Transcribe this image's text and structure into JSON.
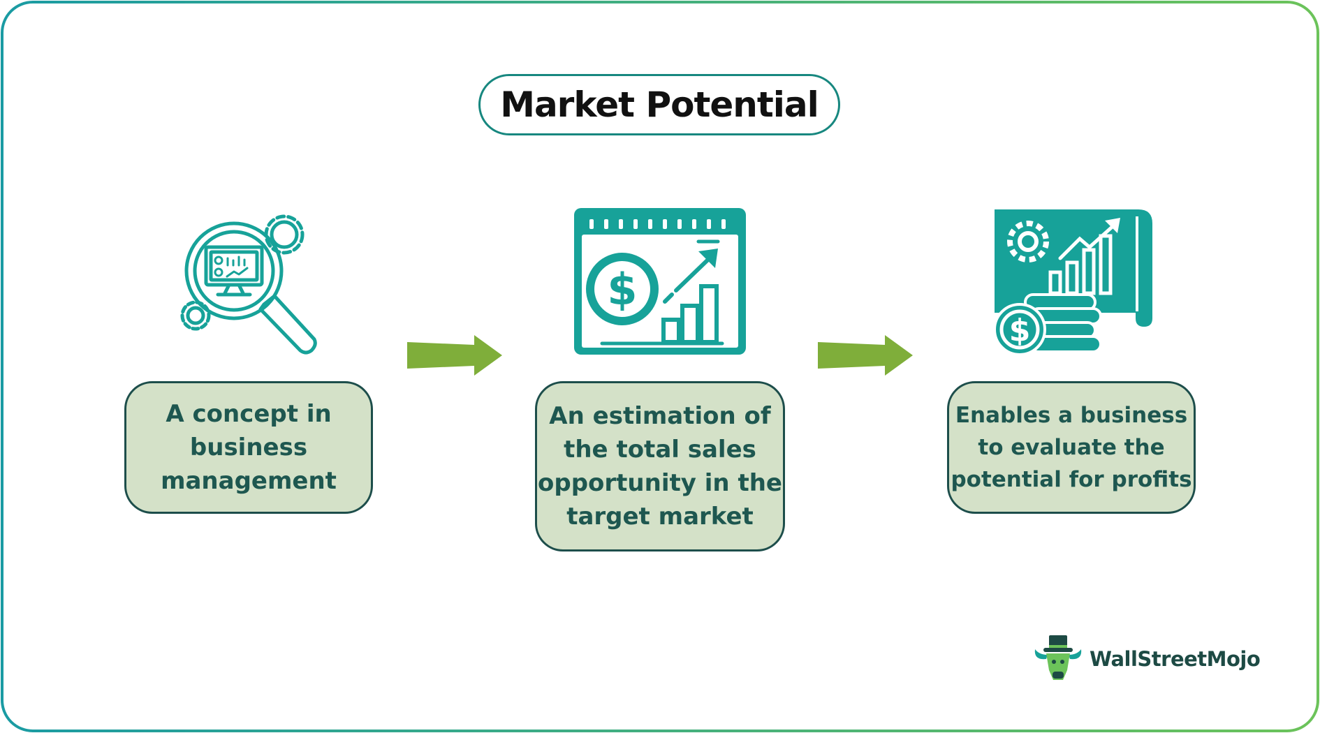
{
  "title": "Market Potential",
  "steps": [
    {
      "icon": "magnifier-monitor-gears-icon",
      "text": "A concept in business management"
    },
    {
      "icon": "dollar-growth-chart-icon",
      "text": "An estimation of the total sales opportunity in the target market"
    },
    {
      "icon": "coins-chart-gear-banner-icon",
      "text": "Enables a business to evaluate the potential for profits"
    }
  ],
  "logo": {
    "text": "WallStreetMojo",
    "icon": "bull-top-hat-icon"
  },
  "colors": {
    "teal": "#17a299",
    "box_fill": "#d4e1c8",
    "box_border": "#1d4e4b",
    "text": "#1e5750",
    "arrow": "#7fae3a"
  }
}
